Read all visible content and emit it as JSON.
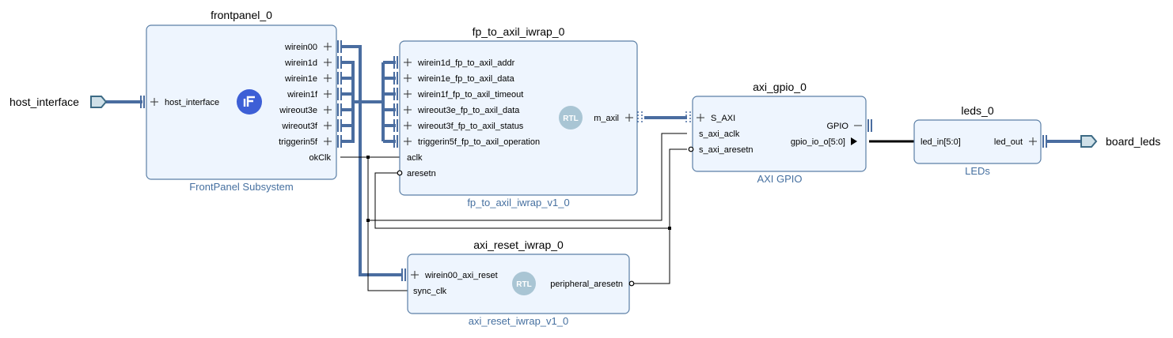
{
  "ports": {
    "host_interface": "host_interface",
    "board_leds": "board_leds"
  },
  "frontpanel": {
    "instance": "frontpanel_0",
    "subsystem": "FrontPanel Subsystem",
    "host_pin": "host_interface",
    "pins": [
      "wirein00",
      "wirein1d",
      "wirein1e",
      "wirein1f",
      "wireout3e",
      "wireout3f",
      "triggerin5f"
    ],
    "clk_pin": "okClk"
  },
  "fp_to_axil": {
    "instance": "fp_to_axil_iwrap_0",
    "subsystem": "fp_to_axil_iwrap_v1_0",
    "pins": [
      "wirein1d_fp_to_axil_addr",
      "wirein1e_fp_to_axil_data",
      "wirein1f_fp_to_axil_timeout",
      "wireout3e_fp_to_axil_data",
      "wireout3f_fp_to_axil_status",
      "triggerin5f_fp_to_axil_operation"
    ],
    "aclk": "aclk",
    "aresetn": "aresetn",
    "out_pin": "m_axil",
    "badge": "RTL"
  },
  "axi_gpio": {
    "instance": "axi_gpio_0",
    "subsystem": "AXI GPIO",
    "in_pins": [
      "S_AXI",
      "s_axi_aclk",
      "s_axi_aresetn"
    ],
    "gpio_pin": "GPIO",
    "gpio_out": "gpio_io_o[5:0]"
  },
  "leds": {
    "instance": "leds_0",
    "subsystem": "LEDs",
    "in_pin": "led_in[5:0]",
    "out_pin": "led_out"
  },
  "axi_reset": {
    "instance": "axi_reset_iwrap_0",
    "subsystem": "axi_reset_iwrap_v1_0",
    "in_pins": [
      "wirein00_axi_reset",
      "sync_clk"
    ],
    "out_pin": "peripheral_aresetn",
    "badge": "RTL"
  },
  "colors": {
    "block_fill": "#eef5fe",
    "block_border": "#5b7fa6",
    "bus": "#4a6da0",
    "subsystem_text": "#4670a0",
    "fp_logo": "#3d5fd6",
    "rtl_badge": "#a9c5d4"
  }
}
